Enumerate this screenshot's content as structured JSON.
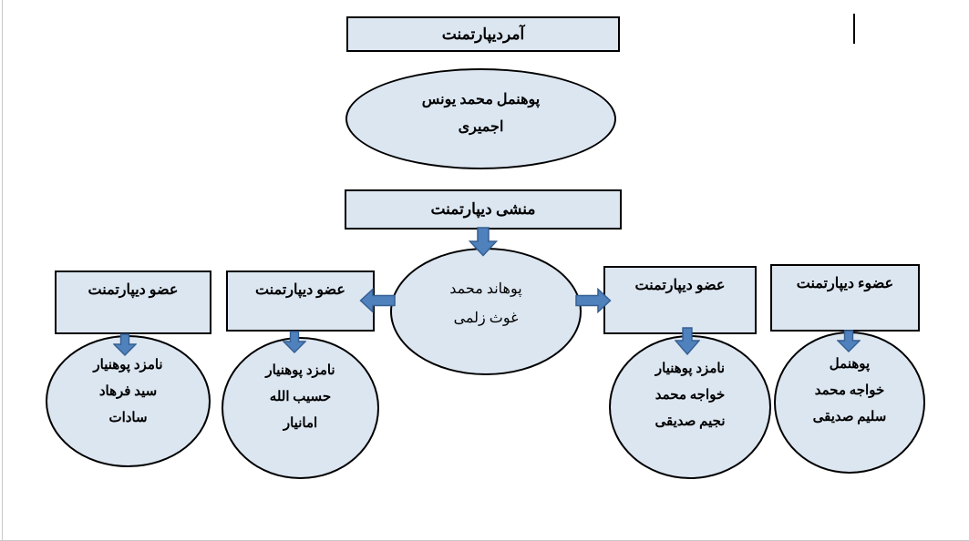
{
  "colors": {
    "shape_fill": "#dce6f1",
    "shape_border": "#000000",
    "arrow_fill": "#4f81bd",
    "arrow_border": "#365f91",
    "page_edge": "#c9c9c9"
  },
  "org_chart": {
    "head_title_box": {
      "label": "آمردیپارتمنت"
    },
    "head_name_ellipse": {
      "lines": [
        "پوهنمل محمد یونس",
        "اجمیری"
      ]
    },
    "secretary_box": {
      "label": "منشی دیپارتمنت"
    },
    "center_name_ellipse": {
      "lines": [
        "پوهاند محمد",
        "غوث زلمی"
      ]
    },
    "member_boxes": [
      {
        "label": "عضو دیپارتمنت"
      },
      {
        "label": "عضو دیپارتمنت"
      },
      {
        "label": "عضو دیپارتمنت"
      },
      {
        "label": "عضوء دیپارتمنت"
      }
    ],
    "member_ellipses": [
      {
        "lines": [
          "نامزد پوهنیار",
          "سید فرهاد",
          "سادات"
        ]
      },
      {
        "lines": [
          "نامزد پوهنیار",
          "حسیب الله",
          "امانیار"
        ]
      },
      {
        "lines": [
          "نامزد پوهنیار",
          "خواجه محمد",
          "نجیم صدیقی"
        ]
      },
      {
        "lines": [
          "پوهنمل",
          "خواجه محمد",
          "سلیم صدیقی"
        ]
      }
    ]
  }
}
